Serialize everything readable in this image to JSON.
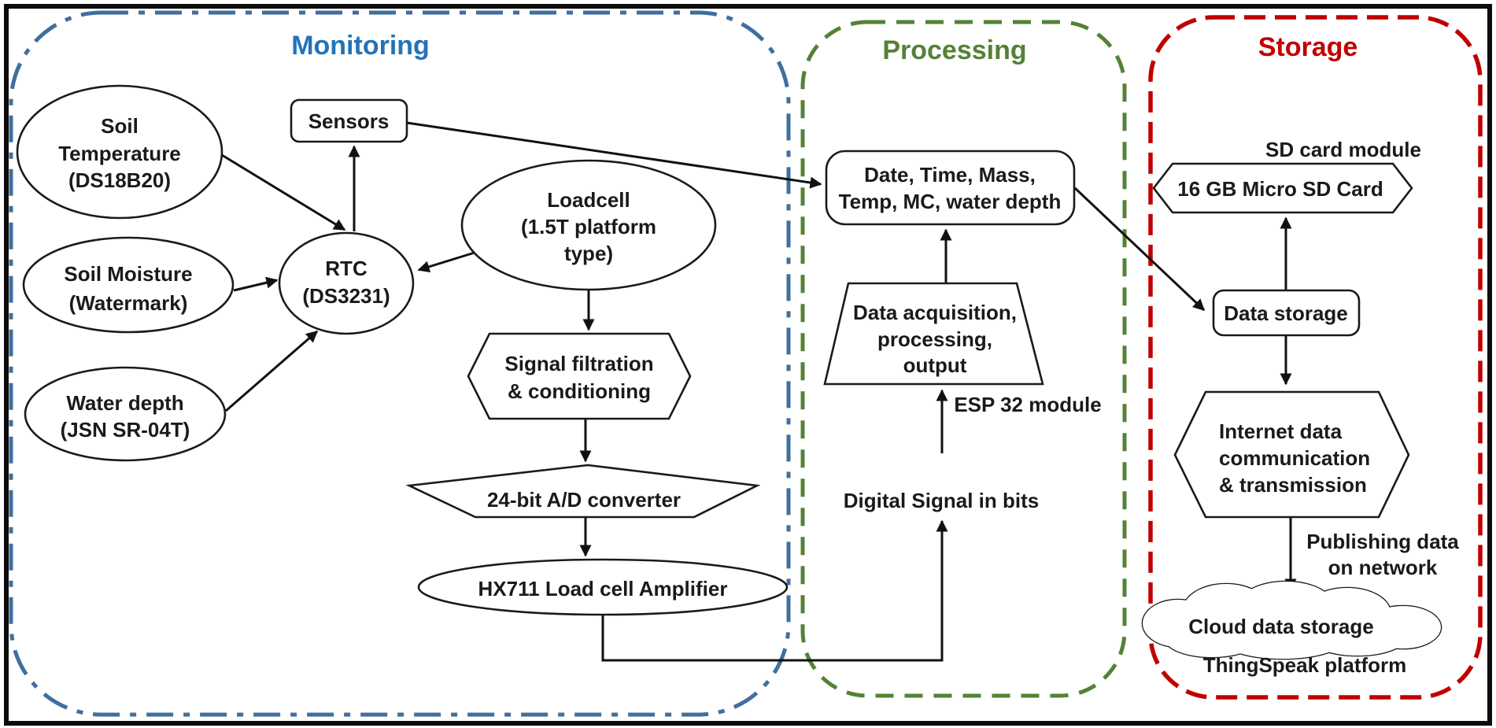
{
  "sections": {
    "monitoring": {
      "label": "Monitoring",
      "color": "#2273B8",
      "border_color": "#3F6F9F"
    },
    "processing": {
      "label": "Processing",
      "color": "#548235",
      "border_color": "#548235"
    },
    "storage": {
      "label": "Storage",
      "color": "#C00000",
      "border_color": "#C00000"
    }
  },
  "nodes": {
    "soil_temperature": {
      "shape": "ellipse",
      "lines": [
        "Soil",
        "Temperature",
        "(DS18B20)"
      ]
    },
    "sensors": {
      "shape": "rectangle",
      "lines": [
        "Sensors"
      ]
    },
    "soil_moisture": {
      "shape": "ellipse",
      "lines": [
        "Soil Moisture",
        "(Watermark)"
      ]
    },
    "water_depth": {
      "shape": "ellipse",
      "lines": [
        "Water depth",
        "(JSN SR-04T)"
      ]
    },
    "rtc": {
      "shape": "ellipse",
      "lines": [
        "RTC",
        "(DS3231)"
      ]
    },
    "loadcell": {
      "shape": "ellipse",
      "lines": [
        "Loadcell",
        "(1.5T platform",
        "type)"
      ]
    },
    "signal_filtration": {
      "shape": "hexagon",
      "lines": [
        "Signal filtration",
        "& conditioning"
      ]
    },
    "ad_converter": {
      "shape": "flat-hexagon",
      "lines": [
        "24-bit A/D converter"
      ]
    },
    "hx711": {
      "shape": "ellipse",
      "lines": [
        "HX711 Load cell Amplifier"
      ]
    },
    "data_output": {
      "shape": "rounded-rectangle",
      "lines": [
        "Date, Time, Mass,",
        "Temp, MC, water depth"
      ]
    },
    "data_acquisition": {
      "shape": "trapezoid",
      "lines": [
        "Data acquisition,",
        "processing,",
        "output"
      ]
    },
    "esp32": {
      "shape": "label",
      "lines": [
        "ESP 32 module"
      ]
    },
    "digital_signal": {
      "shape": "label",
      "lines": [
        "Digital Signal in bits"
      ]
    },
    "sd_card_module": {
      "shape": "label",
      "lines": [
        "SD card module"
      ]
    },
    "sd_card": {
      "shape": "hexagon",
      "lines": [
        "16 GB Micro SD Card"
      ]
    },
    "data_storage": {
      "shape": "rounded-rectangle",
      "lines": [
        "Data storage"
      ]
    },
    "internet_comm": {
      "shape": "hexagon",
      "lines": [
        "Internet data",
        "communication",
        "& transmission"
      ]
    },
    "publishing": {
      "shape": "label",
      "lines": [
        "Publishing data",
        "on network"
      ]
    },
    "cloud": {
      "shape": "cloud",
      "lines": [
        "Cloud data storage"
      ]
    },
    "thingspeak": {
      "shape": "label",
      "lines": [
        "ThingSpeak platform"
      ]
    }
  }
}
